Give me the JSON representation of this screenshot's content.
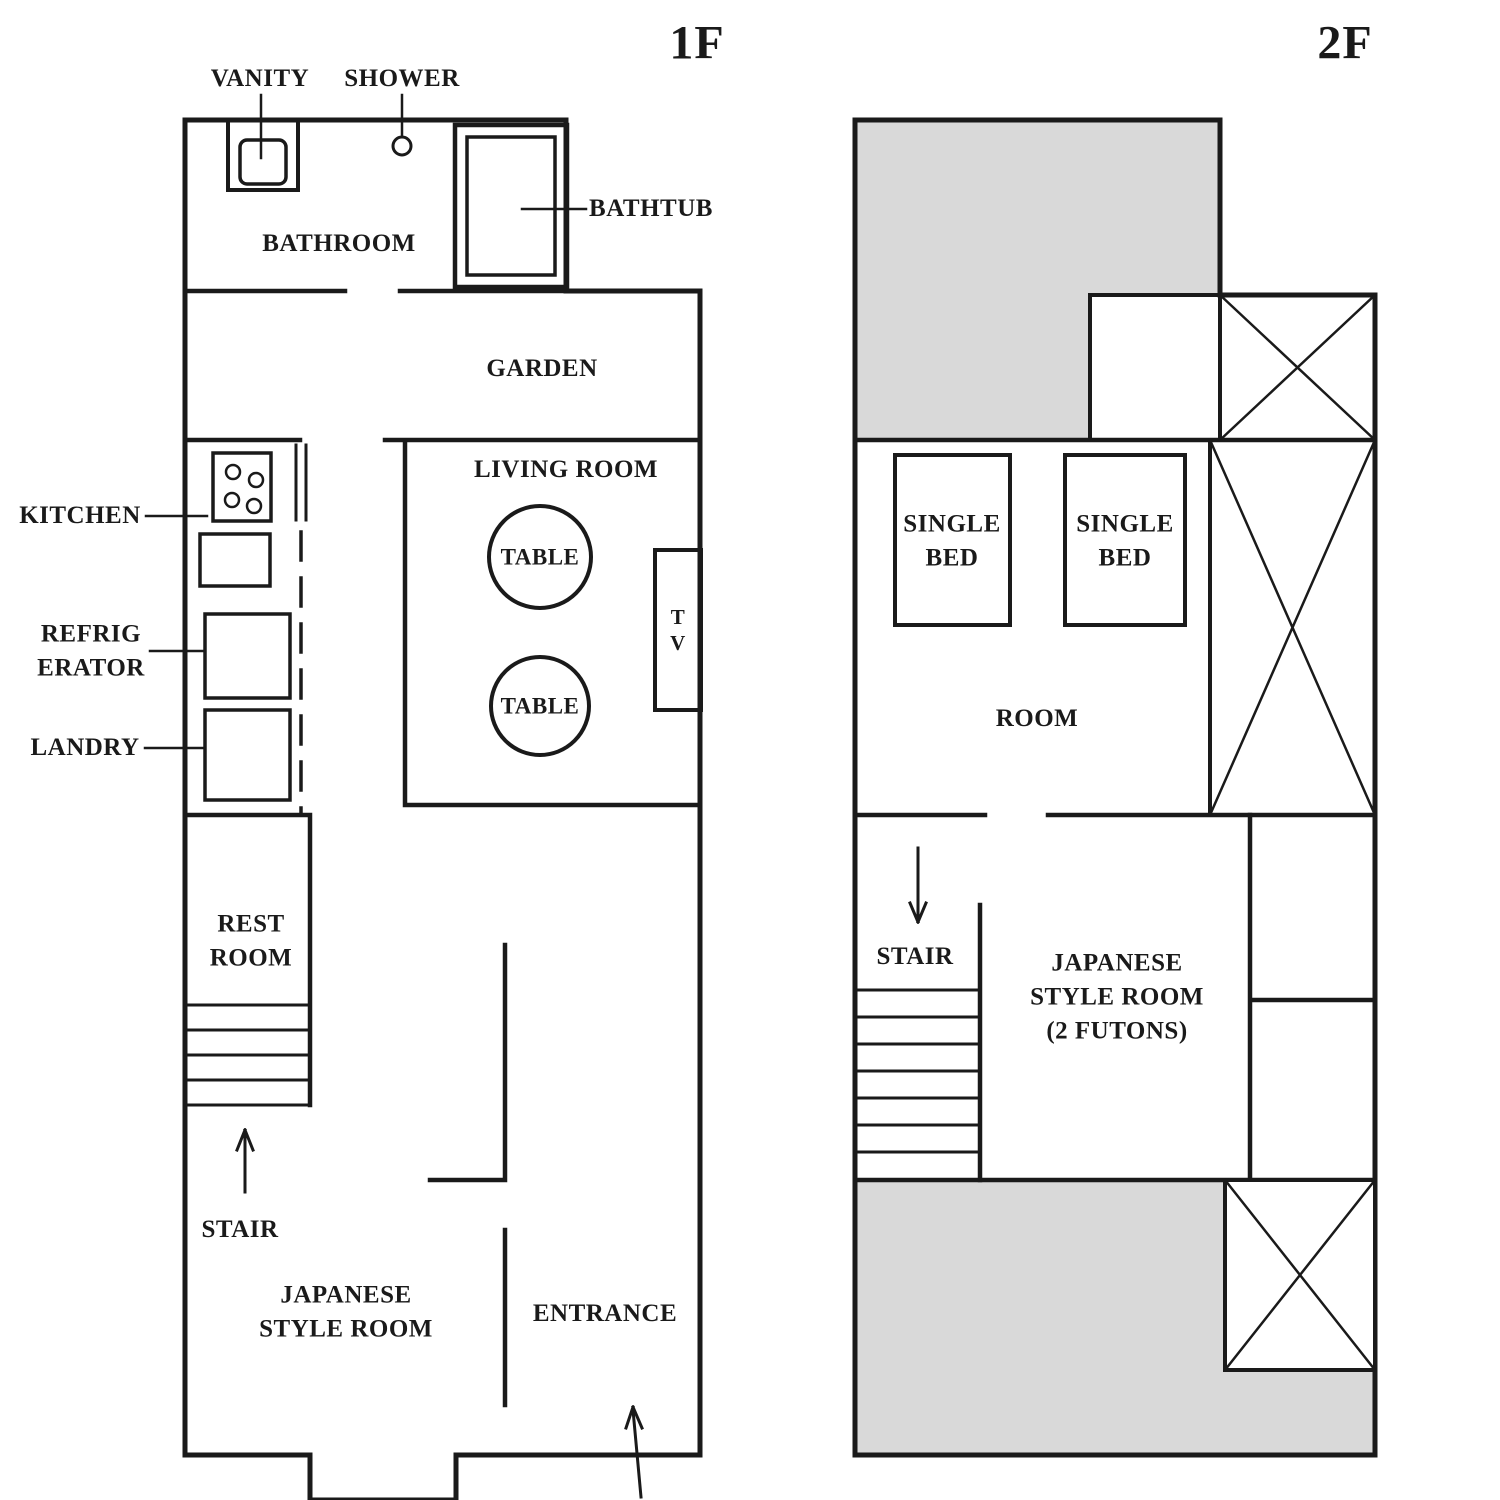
{
  "floor1": {
    "title": "1F",
    "labels": {
      "vanity": "VANITY",
      "shower": "SHOWER",
      "bathtub": "BATHTUB",
      "bathroom": "BATHROOM",
      "garden": "GARDEN",
      "living_room": "LIVING ROOM",
      "table_top": "TABLE",
      "table_bottom": "TABLE",
      "tv": "T\nV",
      "kitchen": "KITCHEN",
      "refrigerator": "REFRIG\nERATOR",
      "laundry": "LANDRY",
      "rest_room": "REST\nROOM",
      "stair": "STAIR",
      "japanese_room": "JAPANESE\nSTYLE ROOM",
      "entrance": "ENTRANCE"
    }
  },
  "floor2": {
    "title": "2F",
    "labels": {
      "single_bed_left": "SINGLE\nBED",
      "single_bed_right": "SINGLE\nBED",
      "room": "ROOM",
      "stair": "STAIR",
      "japanese_room": "JAPANESE\nSTYLE ROOM\n(2 FUTONS)"
    }
  },
  "colors": {
    "line": "#1a1a1a",
    "shade": "#d9d9d9",
    "background": "#ffffff"
  }
}
